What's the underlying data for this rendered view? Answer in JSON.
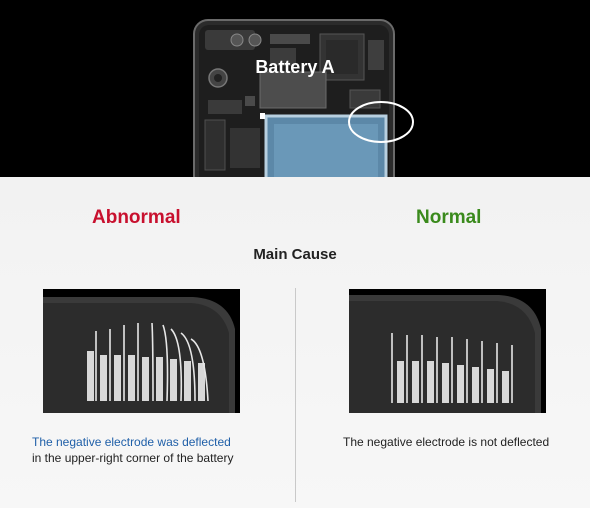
{
  "top": {
    "title": "Battery A"
  },
  "comparison": {
    "abnormal": {
      "heading": "Abnormal",
      "caption_highlight": "The negative electrode was deflected",
      "caption_rest": "in the upper-right corner of the battery"
    },
    "normal": {
      "heading": "Normal",
      "caption": "The negative electrode is not deflected"
    },
    "main_cause": "Main Cause"
  },
  "colors": {
    "abnormal": "#c8102e",
    "normal": "#3a8a1c",
    "highlight_text": "#1f5fa8",
    "background_top": "#000000",
    "background_bottom": "#f4f4f4"
  }
}
